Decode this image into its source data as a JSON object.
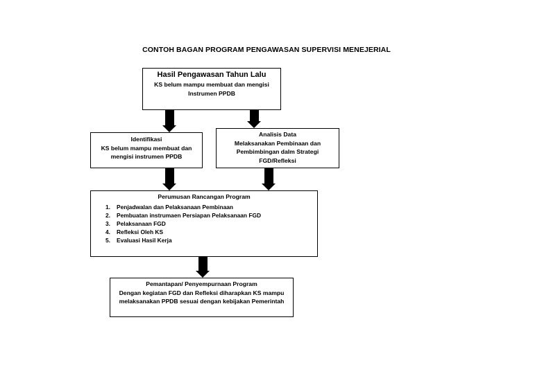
{
  "title": "CONTOH BAGAN PROGRAM PENGAWASAN SUPERVISI MENEJERIAL",
  "hasil": {
    "heading": "Hasil Pengawasan Tahun Lalu",
    "line1": "KS belum mampu membuat dan mengisi",
    "line2": "Instrumen PPDB"
  },
  "identifikasi": {
    "heading": "Identifikasi",
    "line1": "KS belum mampu membuat dan",
    "line2": "mengisi instrumen PPDB"
  },
  "analisis": {
    "heading": "Analisis Data",
    "line1": "Melaksanakan Pembinaan dan",
    "line2": "Pembimbingan dalm Strategi",
    "line3": "FGD/Refleksi"
  },
  "perumusan": {
    "heading": "Perumusan Rancangan Program",
    "steps": [
      {
        "num": "1.",
        "text": "Penjadwalan dan Pelaksanaan Pembinaan"
      },
      {
        "num": "2.",
        "text": "Pembuatan instrumaen Persiapan Pelaksanaan FGD"
      },
      {
        "num": "3.",
        "text": "Pelaksanaan FGD"
      },
      {
        "num": "4.",
        "text": "Refleksi Oleh KS"
      },
      {
        "num": "5.",
        "text": "Evaluasi Hasil Kerja"
      }
    ]
  },
  "pemantapan": {
    "heading": "Pemantapan/ Penyempurnaan Program",
    "line1": "Dengan kegiatan FGD dan Refleksi diharapkan KS mampu",
    "line2": "melaksanakan PPDB sesuai dengan kebijakan Pemerintah"
  }
}
